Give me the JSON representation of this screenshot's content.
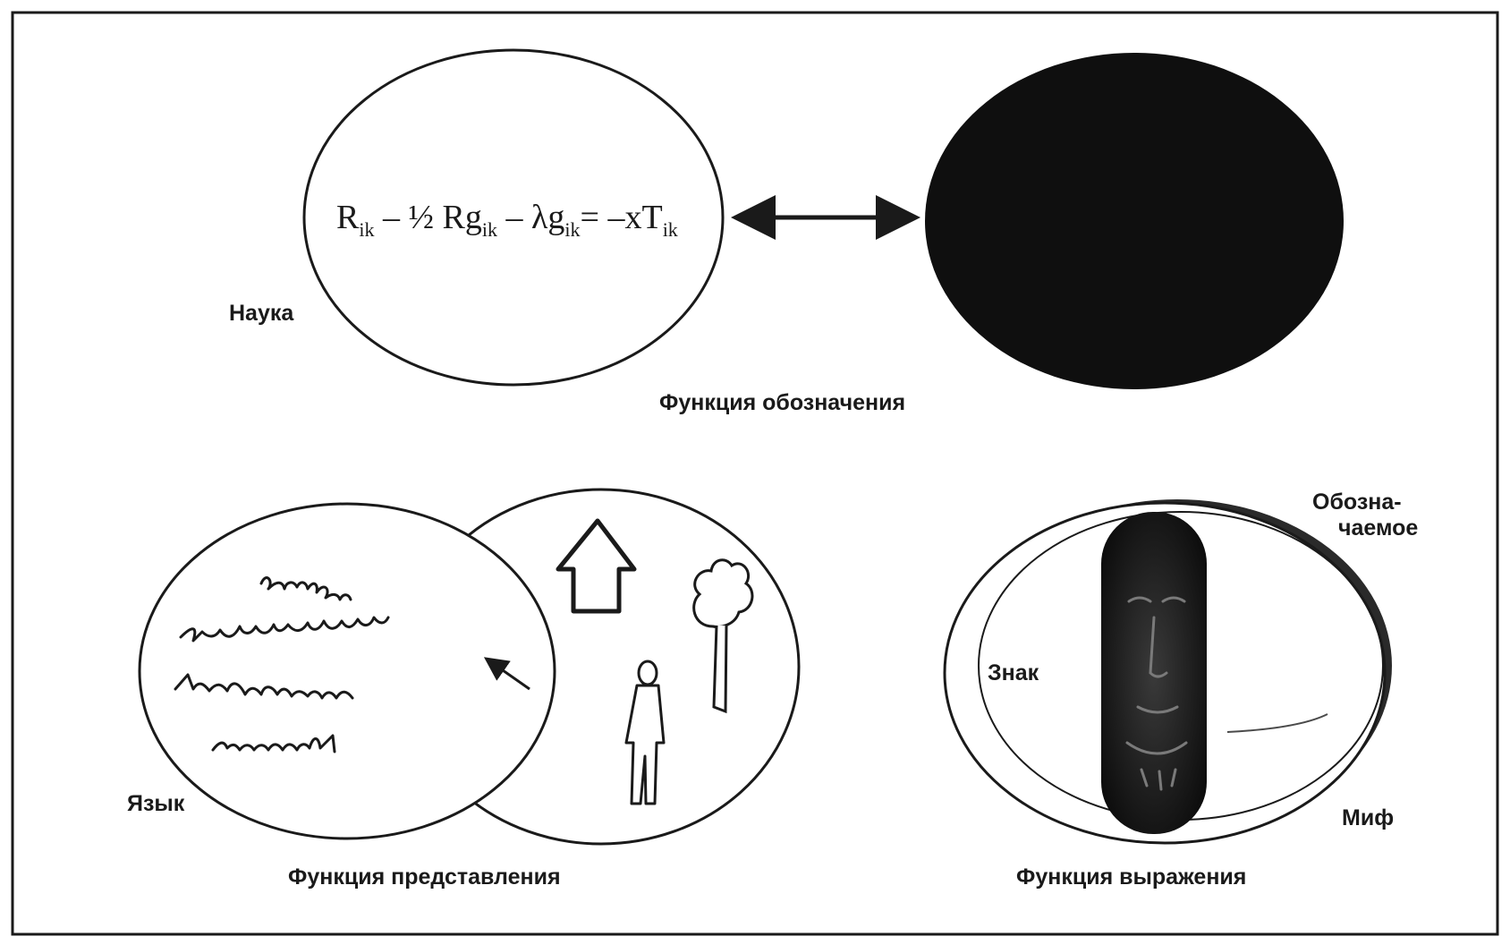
{
  "science": {
    "label": "Наука",
    "formula": {
      "R": "R",
      "R_sub": "ik",
      "minus_half": " – ½ ",
      "Rg": "Rg",
      "g_sub": "ik",
      "minus_lambda": " – λg",
      "lambda_sub": "ik",
      "equals": "= –xT",
      "T_sub": "ik"
    }
  },
  "designation": {
    "caption": "Функция обозначения"
  },
  "representation": {
    "caption": "Функция представления",
    "language_label": "Язык"
  },
  "expression": {
    "caption": "Функция выражения",
    "sign_label": "Знак",
    "signified_line1": "Обозна-",
    "signified_line2": "чаемое",
    "myth_label": "Миф"
  },
  "colors": {
    "ink": "#1a1a1a",
    "paper": "#ffffff"
  }
}
